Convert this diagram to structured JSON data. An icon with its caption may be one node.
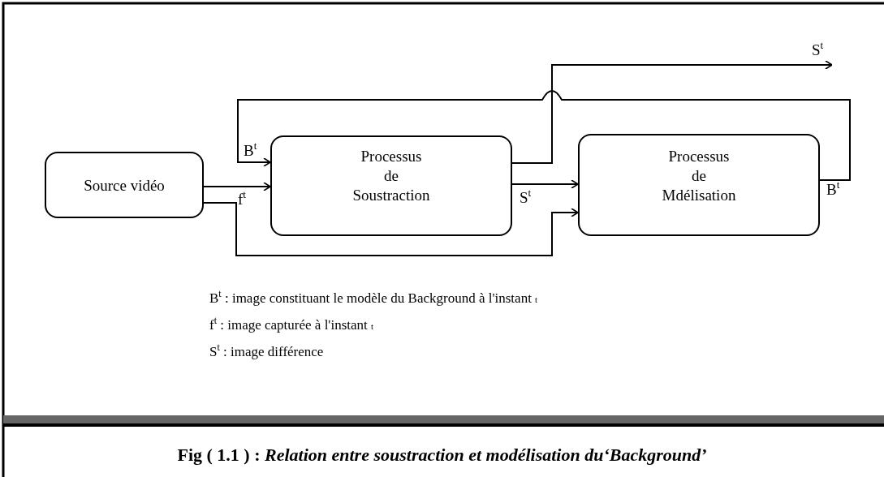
{
  "diagram": {
    "caption": "Fig ( 1.1 ) : *Relation entre soustraction et modélisation du‘Background’*",
    "nodes": [
      {
        "text": [
          "Source vidéo"
        ]
      },
      {
        "text": [
          "Processus de Soustraction"
        ]
      },
      {
        "text": [
          "Processus de Mdélisation"
        ]
      }
    ],
    "edges": [
      {
        "from": 0,
        "to": 1,
        "arrow": "to",
        "label": "f$^{t}$"
      },
      {
        "from": 0,
        "to": 2,
        "arrow": "to"
      },
      {
        "from": 1,
        "to": 2,
        "arrow": "to",
        "label": "S$^{t}$"
      },
      {
        "from": 1,
        "to": null,
        "arrow": "to",
        "label": "S$^{t}$"
      },
      {
        "from": 2,
        "to": 1,
        "arrow": "to",
        "label": "B$^{t}$"
      }
    ],
    "labels": [
      "B$^{t}$",
      "B$^{t}$ : image constituant le modèle du Background à l'instant $_{t}$",
      "f$^{t}$ : image capturée à l'instant $_{t}$",
      "S$^{t}$ : image différence"
    ]
  }
}
